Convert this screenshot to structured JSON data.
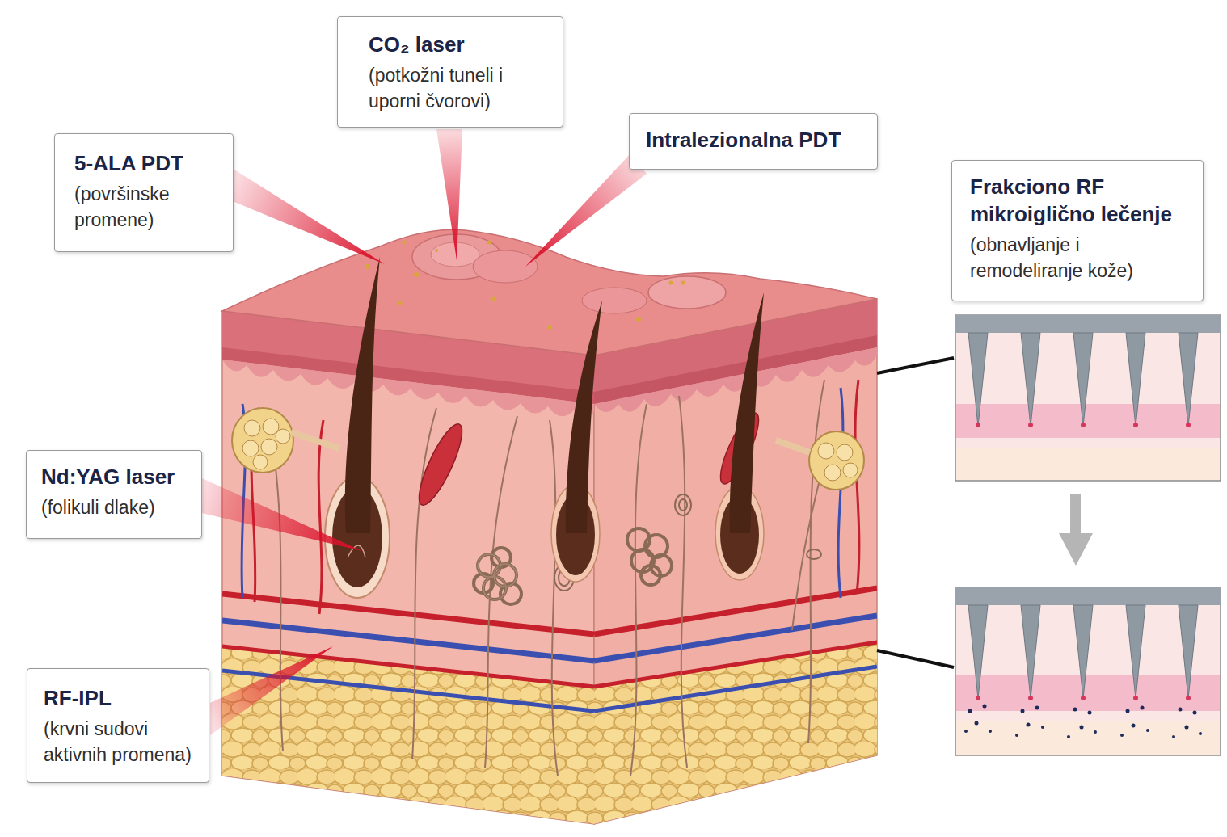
{
  "diagram": {
    "nodes": [
      {
        "text": [
          "CO₂ laser",
          "(potkožni tuneli i uporni čvorovi)"
        ]
      },
      {
        "text": [
          "5-ALA PDT",
          "(površinske promene)"
        ]
      },
      {
        "text": [
          "Intralezionalna PDT"
        ]
      },
      {
        "text": [
          "Frakciono RF mikroiglično lečenje",
          "(obnavljanje i remodeliranje kože)"
        ]
      },
      {
        "text": [
          "Nd:YAG laser",
          "(folikuli dlake)"
        ]
      },
      {
        "text": [
          "RF-IPL",
          "(krvni sudovi aktivnih promena)"
        ]
      }
    ]
  }
}
